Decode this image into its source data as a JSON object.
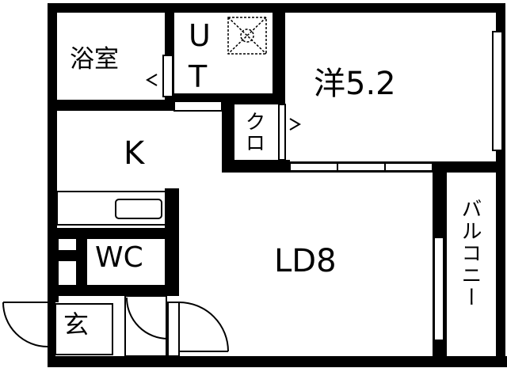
{
  "rooms": {
    "bathroom": "浴室",
    "utility_u": "U",
    "utility_t": "T",
    "western_room": "洋5.2",
    "closet": "クロ",
    "kitchen": "K",
    "living_dining": "LD8",
    "toilet": "WC",
    "entrance": "玄",
    "balcony": "バルコニー"
  },
  "colors": {
    "wall": "#000000",
    "background": "#ffffff",
    "detail_line": "#555555"
  }
}
